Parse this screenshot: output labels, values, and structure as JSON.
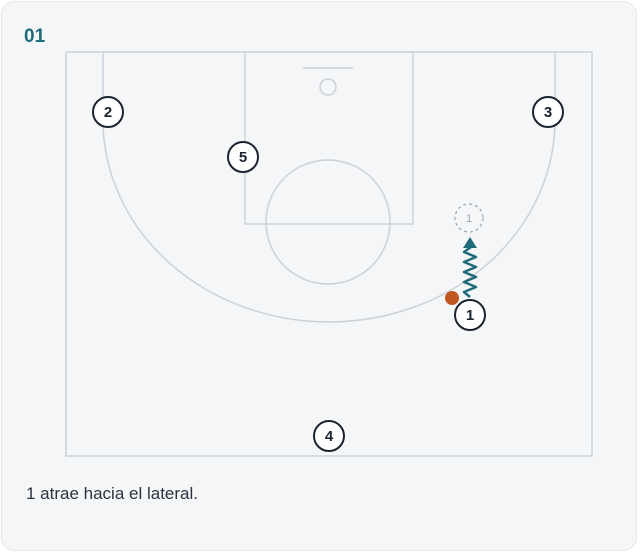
{
  "step": {
    "number": "01"
  },
  "caption": "1 atrae hacia el lateral.",
  "colors": {
    "court_lines": "#c9d2da",
    "player_stroke": "#1b2330",
    "dribble": "#1f6b7a",
    "ball": "#c0581f",
    "ghost": "#9aa3ad"
  },
  "players": [
    {
      "label": "2"
    },
    {
      "label": "3"
    },
    {
      "label": "5"
    },
    {
      "label": "1"
    },
    {
      "label": "4"
    }
  ],
  "ghost_player": {
    "label": "1"
  }
}
